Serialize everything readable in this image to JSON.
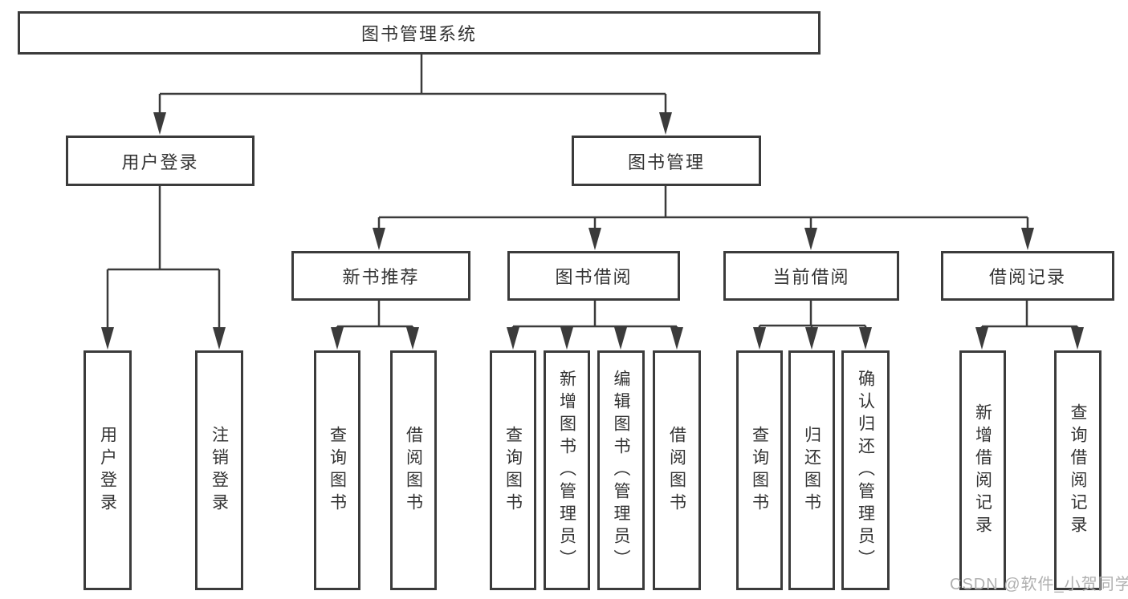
{
  "colors": {
    "line": "#3b3b3b",
    "node_border": "#3b3b3b",
    "node_text": "#333333",
    "background": "#ffffff",
    "watermark": "#b0b0b0"
  },
  "watermark": {
    "text": "CSDN @软件_小贺同学"
  },
  "tree": {
    "root": {
      "label": "图书管理系统"
    },
    "level2": [
      {
        "label": "用户登录",
        "children": [
          {
            "label": "用户登录"
          },
          {
            "label": "注销登录"
          }
        ]
      },
      {
        "label": "图书管理",
        "children": [
          {
            "label": "新书推荐",
            "children": [
              {
                "label": "查询图书"
              },
              {
                "label": "借阅图书"
              }
            ]
          },
          {
            "label": "图书借阅",
            "children": [
              {
                "label": "查询图书"
              },
              {
                "label": "新增图书（管理员）"
              },
              {
                "label": "编辑图书（管理员）"
              },
              {
                "label": "借阅图书"
              }
            ]
          },
          {
            "label": "当前借阅",
            "children": [
              {
                "label": "查询图书"
              },
              {
                "label": "归还图书"
              },
              {
                "label": "确认归还（管理员）"
              }
            ]
          },
          {
            "label": "借阅记录",
            "children": [
              {
                "label": "新增借阅记录"
              },
              {
                "label": "查询借阅记录"
              }
            ]
          }
        ]
      }
    ]
  }
}
